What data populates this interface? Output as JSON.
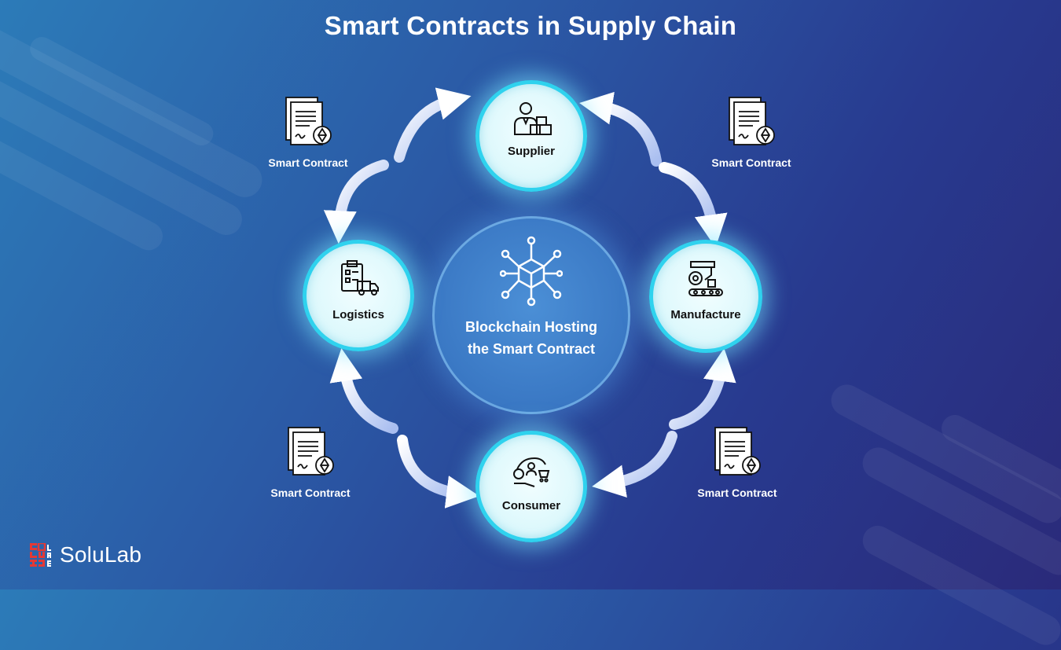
{
  "title": "Smart Contracts in Supply Chain",
  "center": {
    "line1": "Blockchain Hosting",
    "line2": "the Smart Contract",
    "icon": "blockchain-cube-network-icon"
  },
  "nodes": {
    "supplier": {
      "label": "Supplier",
      "icon": "supplier-person-boxes-icon"
    },
    "manufacture": {
      "label": "Manufacture",
      "icon": "factory-robot-arm-icon"
    },
    "consumer": {
      "label": "Consumer",
      "icon": "consumer-hand-cart-icon"
    },
    "logistics": {
      "label": "Logistics",
      "icon": "logistics-clipboard-truck-icon"
    }
  },
  "contracts": {
    "top_left": {
      "label": "Smart Contract",
      "icon": "contract-document-ethereum-icon"
    },
    "top_right": {
      "label": "Smart Contract",
      "icon": "contract-document-ethereum-icon"
    },
    "bottom_left": {
      "label": "Smart Contract",
      "icon": "contract-document-ethereum-icon"
    },
    "bottom_right": {
      "label": "Smart Contract",
      "icon": "contract-document-ethereum-icon"
    }
  },
  "brand": {
    "name": "SoluLab",
    "logo_icon": "solulab-logo-icon"
  },
  "colors": {
    "node_border": "#2fd2ee",
    "center_fill": "#3a78c4",
    "logo_red": "#e53935"
  }
}
